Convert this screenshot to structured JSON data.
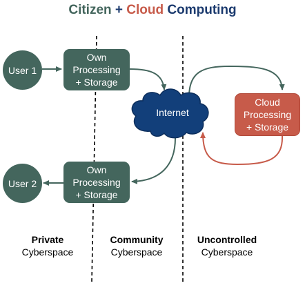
{
  "title": {
    "part1": "Citizen",
    "part2": " + ",
    "part3": "Cloud",
    "part4": " Computing"
  },
  "colors": {
    "green": "#44665d",
    "red": "#c75b4a",
    "navy": "#1b3a6e",
    "cloud": "#123f7a"
  },
  "nodes": {
    "user1": "User 1",
    "user2": "User 2",
    "own_top": [
      "Own",
      "Processing",
      "+ Storage"
    ],
    "own_bottom": [
      "Own",
      "Processing",
      "+ Storage"
    ],
    "internet": "Internet",
    "cloud": [
      "Cloud",
      "Processing",
      "+ Storage"
    ]
  },
  "zones": [
    {
      "bold": "Private",
      "text": "Cyberspace"
    },
    {
      "bold": "Community",
      "text": "Cyberspace"
    },
    {
      "bold": "Uncontrolled",
      "text": "Cyberspace"
    }
  ]
}
